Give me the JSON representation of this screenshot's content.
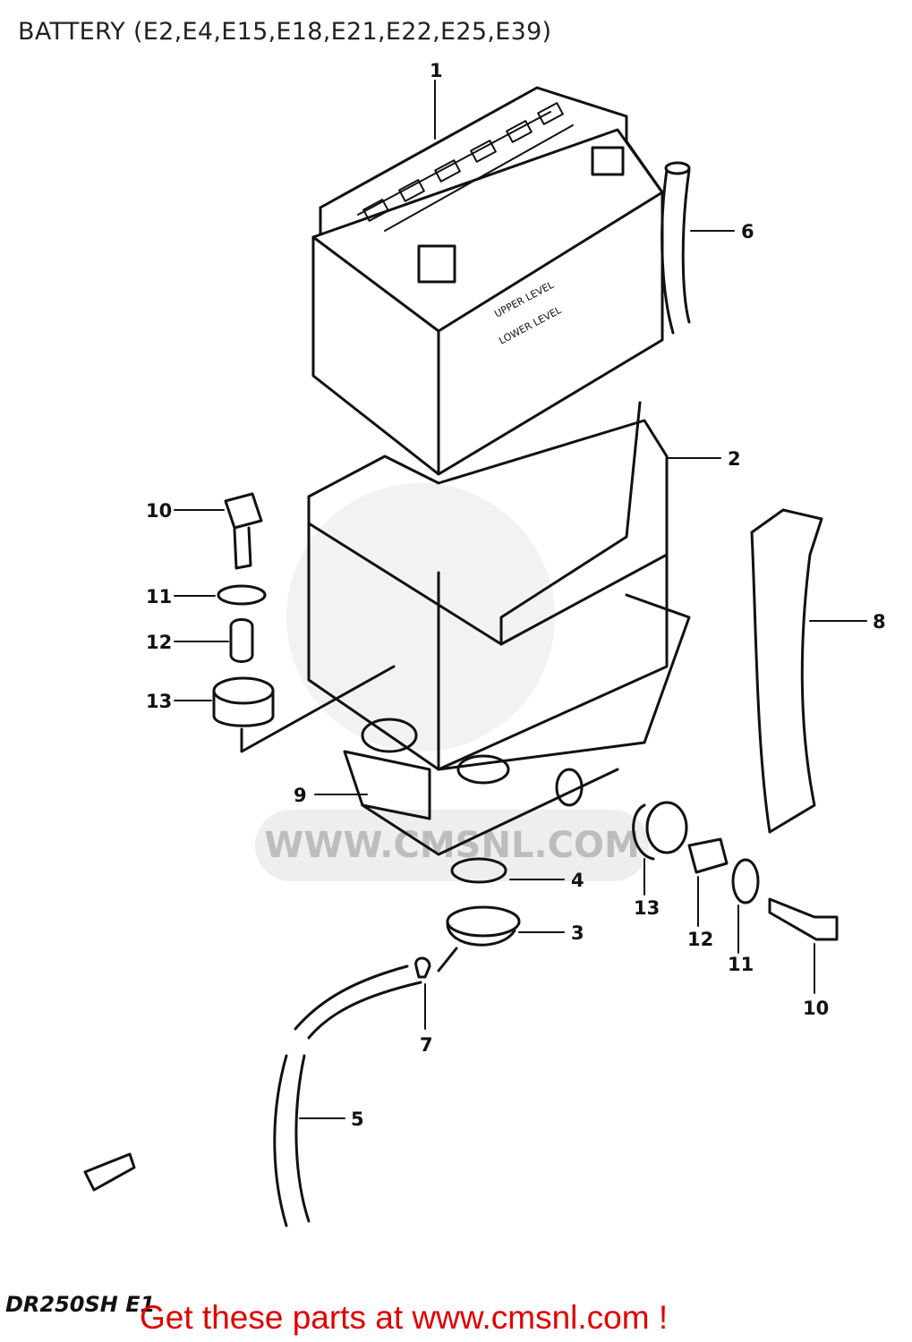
{
  "header": {
    "title": "BATTERY (E2,E4,E15,E18,E21,E22,E25,E39)"
  },
  "diagram": {
    "watermark_text": "WWW.CMSNL.COM",
    "labels": {
      "p1": "1",
      "p2": "2",
      "p3": "3",
      "p4": "4",
      "p5": "5",
      "p6": "6",
      "p7": "7",
      "p8": "8",
      "p9": "9",
      "p10_left": "10",
      "p10_right": "10",
      "p11_left": "11",
      "p11_right": "11",
      "p12_left": "12",
      "p12_right": "12",
      "p13_left": "13",
      "p13_right": "13"
    },
    "battery_marks": {
      "upper_level": "UPPER LEVEL",
      "lower_level": "LOWER LEVEL"
    }
  },
  "footer": {
    "model_code": "DR250SH E1",
    "link_text": "Get these parts at www.cmsnl.com !"
  }
}
